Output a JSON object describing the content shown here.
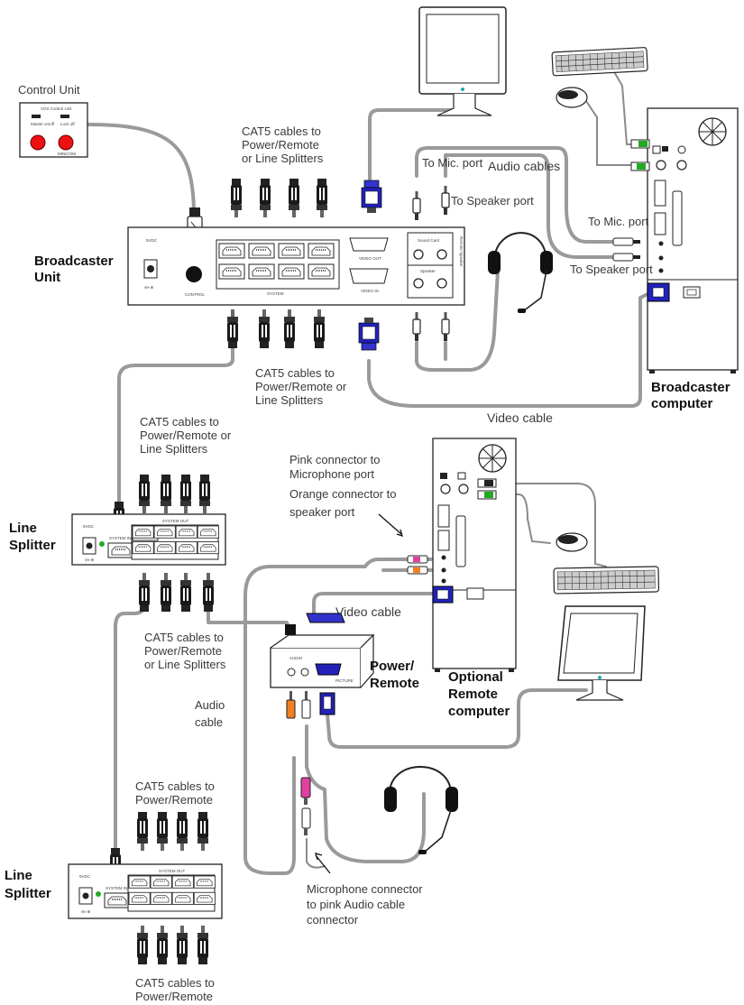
{
  "labels": {
    "control_unit": "Control Unit",
    "control_unit_panel": "VGS Control Unit",
    "control_unit_btn1": "Master on/off",
    "control_unit_btn2": "Lock off",
    "control_unit_brand": "MINICOM",
    "cat5_top": [
      "CAT5 cables to",
      "Power/Remote",
      "or Line Splitters"
    ],
    "cat5_mid": [
      "CAT5 cables to",
      "Power/Remote or",
      "Line Splitters"
    ],
    "cat5_ls1_top": [
      "CAT5 cables to",
      "Power/Remote or",
      "Line Splitters"
    ],
    "cat5_ls1_bottom": [
      "CAT5 cables to",
      "Power/Remote",
      "or Line Splitters"
    ],
    "cat5_ls2_top": [
      "CAT5 cables to",
      "Power/Remote"
    ],
    "cat5_ls2_bottom": [
      "CAT5 cables to",
      "Power/Remote"
    ],
    "broadcaster_unit": [
      "Broadcaster",
      "Unit"
    ],
    "broadcaster_computer": [
      "Broadcaster",
      "computer"
    ],
    "to_mic_port_top": "To Mic. port",
    "audio_cables": "Audio cables",
    "to_speaker_port_top": "To Speaker port",
    "to_mic_port_right": "To Mic. port",
    "to_speaker_port_right": "To Speaker port",
    "video_cable_top": "Video cable",
    "video_cable_mid": "Video cable",
    "line_splitter_1": [
      "Line",
      "Splitter"
    ],
    "line_splitter_2": [
      "Line",
      "Splitter"
    ],
    "pink_orange_note": [
      "Pink connector to",
      "Microphone port",
      "Orange connector to",
      "speaker port"
    ],
    "power_remote": [
      "Power/",
      "Remote"
    ],
    "optional_remote_computer": [
      "Optional",
      "Remote",
      "computer"
    ],
    "audio_cable": [
      "Audio",
      "cable"
    ],
    "mic_connector_note": [
      "Microphone connector",
      "to pink Audio cable",
      "connector"
    ],
    "bu_panel_power": "5VDC",
    "bu_panel_control": "CONTROL",
    "bu_panel_system": "SYSTEM",
    "bu_panel_video_out": "VIDEO OUT",
    "bu_panel_video_in": "VIDEO IN",
    "bu_panel_sound_card": "Sound Card",
    "bu_panel_speaker": "Speaker",
    "bu_panel_remote_speaker": "Remote Speaker",
    "ls_panel_power": "5VDC",
    "ls_panel_system_in": "SYSTEM IN",
    "ls_panel_system_out": "SYSTEM OUT",
    "pr_panel_audio": "AUDIO",
    "pr_panel_picture": "PICTURE"
  },
  "colors": {
    "cable": "#9a9a9a",
    "vga_blue": "#1a1acc",
    "mic_pink": "#e040a0",
    "speaker_orange": "#f08020",
    "kb_mouse_green": "#22aa22",
    "control_red": "#ee1111"
  },
  "icons": [
    "monitor-icon",
    "keyboard-icon",
    "mouse-icon",
    "headset-icon",
    "computer-tower-icon",
    "rj45-plug-icon",
    "vga-connector-icon",
    "audio-jack-icon",
    "fan-grille-icon"
  ]
}
